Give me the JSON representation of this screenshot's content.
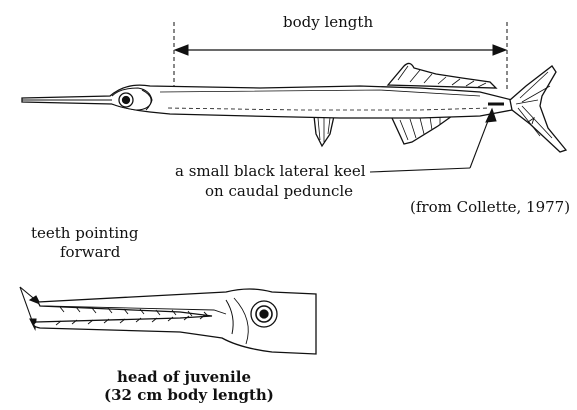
{
  "labels": {
    "body_length": "body length",
    "keel_line1": "a small black lateral keel",
    "keel_line2": "on caudal peduncle",
    "source": "(from Collette, 1977)",
    "teeth_line1": "teeth pointing",
    "teeth_line2": "forward",
    "juvenile_line1": "head of juvenile",
    "juvenile_line2": "(32 cm body length)"
  }
}
